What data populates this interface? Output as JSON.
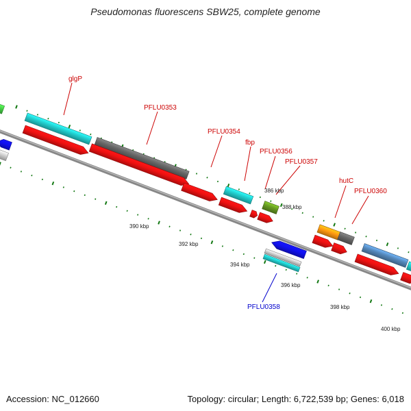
{
  "title": "Pseudomonas fluorescens SBW25, complete genome",
  "footer": {
    "accession": "Accession: NC_012660",
    "summary": "Topology: circular; Length: 6,722,539 bp; Genes: 6,018"
  },
  "scale_labels": [
    "386 kbp",
    "388 kbp",
    "390 kbp",
    "392 kbp",
    "394 kbp",
    "396 kbp",
    "398 kbp",
    "400 kbp"
  ],
  "gene_labels": [
    "glgP",
    "PFLU0353",
    "PFLU0354",
    "fbp",
    "PFLU0356",
    "PFLU0357",
    "hutC",
    "PFLU0360",
    "PFLU0358"
  ],
  "colors": {
    "cds": "#ee1111",
    "forward_cyan": "#22cccc",
    "grey_gene": "#666666",
    "olive_gene": "#669922",
    "orange_gene": "#ff9911",
    "steel_gene": "#5588bb",
    "reverse_blue": "#1111ee",
    "backbone": "#888888",
    "tick_green": "#117711",
    "label_red": "#cc0000",
    "label_blue": "#0000cc"
  }
}
